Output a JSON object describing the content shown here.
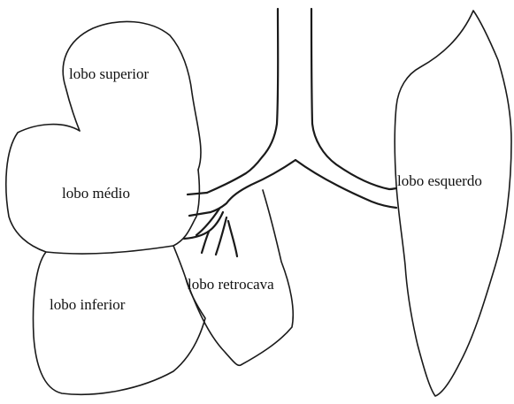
{
  "labels": {
    "upper_lobe": "lobo superior",
    "middle_lobe": "lobo médio",
    "lower_lobe": "lobo inferior",
    "retrocaval_lobe": "lobo retrocava",
    "left_lobe": "lobo esquerdo"
  }
}
